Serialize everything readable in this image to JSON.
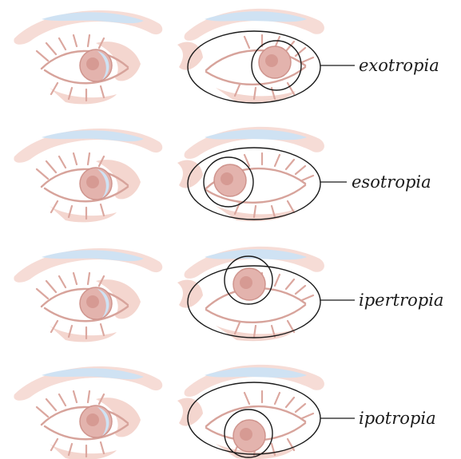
{
  "rows": [
    {
      "label": "exotropia"
    },
    {
      "label": "esotropia"
    },
    {
      "label": "ipertropia"
    },
    {
      "label": "ipotropia"
    }
  ]
}
